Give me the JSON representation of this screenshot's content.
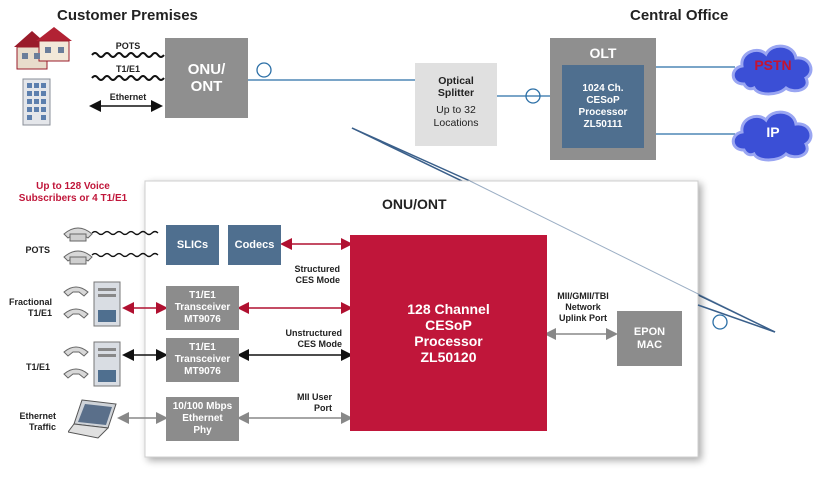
{
  "top": {
    "customer_premises": "Customer Premises",
    "central_office": "Central Office",
    "onu_ont": "ONU/\nONT",
    "links": {
      "pots": "POTS",
      "t1e1": "T1/E1",
      "ethernet": "Ethernet"
    },
    "splitter": {
      "title": "Optical\nSplitter",
      "sub": "Up to 32\nLocations"
    },
    "olt": {
      "title": "OLT",
      "processor": "1024 Ch.\nCESoP\nProcessor\nZL50111"
    },
    "pstn": "PSTN",
    "ip": "IP"
  },
  "detail": {
    "title": "ONU/ONT",
    "subscribers_note": "Up to 128 Voice\nSubscribers or 4 T1/E1",
    "slics": "SLICs",
    "codecs": "Codecs",
    "transceiver1": "T1/E1\nTransceiver\nMT9076",
    "transceiver2": "T1/E1\nTransceiver\nMT9076",
    "ethernet_phy": "10/100 Mbps\nEthernet\nPhy",
    "processor": "128 Channel\nCESoP\nProcessor\nZL50120",
    "epon_mac": "EPON\nMAC",
    "structured": "Structured\nCES Mode",
    "unstructured": "Unstructured\nCES Mode",
    "mii_user": "MII User\nPort",
    "uplink": "MII/GMII/TBI\nNetwork\nUplink Port"
  },
  "left_labels": {
    "pots": "POTS",
    "fractional": "Fractional\nT1/E1",
    "t1e1": "T1/E1",
    "ethernet_traffic": "Ethernet\nTraffic"
  },
  "colors": {
    "accent_red": "#c0163a",
    "box_gray": "#8c8c8c",
    "box_blue": "#4f6f8f",
    "cloud_blue": "#3a4fd6",
    "line_blue": "#2b6fa6"
  }
}
